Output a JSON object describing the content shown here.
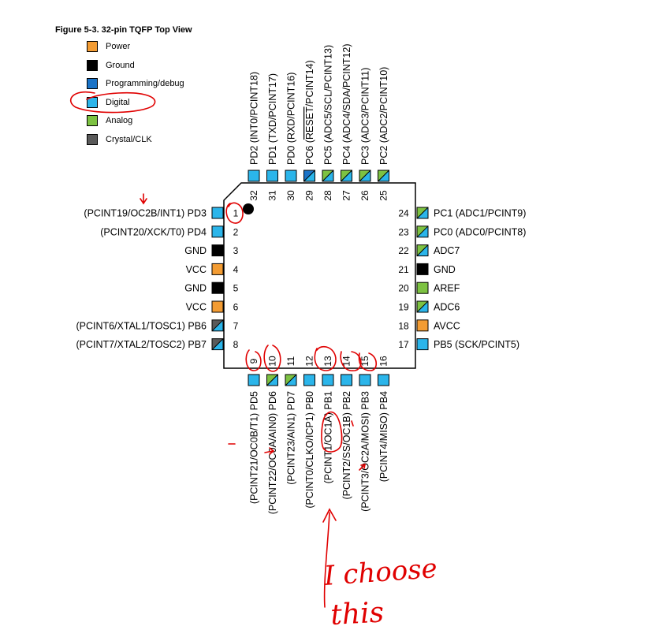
{
  "figure": {
    "title": "Figure 5-3.  32-pin TQFP Top View"
  },
  "colors": {
    "power": "#f39c33",
    "ground": "#000000",
    "programming": "#1a73c7",
    "digital": "#2bb5ea",
    "analog": "#7dc242",
    "crystal": "#5a5a5a",
    "annotation": "#e00000"
  },
  "legend": [
    {
      "label": "Power",
      "color": "#f39c33"
    },
    {
      "label": "Ground",
      "color": "#000000"
    },
    {
      "label": "Programming/debug",
      "color": "#1a73c7"
    },
    {
      "label": "Digital",
      "color": "#2bb5ea"
    },
    {
      "label": "Analog",
      "color": "#7dc242"
    },
    {
      "label": "Crystal/CLK",
      "color": "#5a5a5a"
    }
  ],
  "pins": {
    "left": [
      {
        "num": "1",
        "label": "(PCINT19/OC2B/INT1) PD3",
        "type": "digital"
      },
      {
        "num": "2",
        "label": "(PCINT20/XCK/T0) PD4",
        "type": "digital"
      },
      {
        "num": "3",
        "label": "GND",
        "type": "ground"
      },
      {
        "num": "4",
        "label": "VCC",
        "type": "power"
      },
      {
        "num": "5",
        "label": "GND",
        "type": "ground"
      },
      {
        "num": "6",
        "label": "VCC",
        "type": "power"
      },
      {
        "num": "7",
        "label": "(PCINT6/XTAL1/TOSC1) PB6",
        "type": "crystal-digital"
      },
      {
        "num": "8",
        "label": "(PCINT7/XTAL2/TOSC2) PB7",
        "type": "crystal-digital"
      }
    ],
    "right": [
      {
        "num": "24",
        "label": "PC1 (ADC1/PCINT9)",
        "type": "analog-digital"
      },
      {
        "num": "23",
        "label": "PC0 (ADC0/PCINT8)",
        "type": "analog-digital"
      },
      {
        "num": "22",
        "label": "ADC7",
        "type": "analog-digital"
      },
      {
        "num": "21",
        "label": "GND",
        "type": "ground"
      },
      {
        "num": "20",
        "label": "AREF",
        "type": "analog"
      },
      {
        "num": "19",
        "label": "ADC6",
        "type": "analog-digital"
      },
      {
        "num": "18",
        "label": "AVCC",
        "type": "power"
      },
      {
        "num": "17",
        "label": "PB5 (SCK/PCINT5)",
        "type": "digital"
      }
    ],
    "top": [
      {
        "num": "32",
        "label": "PD2 (INT0/PCINT18)",
        "type": "digital"
      },
      {
        "num": "31",
        "label": "PD1 (TXD/PCINT17)",
        "type": "digital"
      },
      {
        "num": "30",
        "label": "PD0 (RXD/PCINT16)",
        "type": "digital"
      },
      {
        "num": "29",
        "label": "PC6 (RESET/PCINT14)",
        "type": "programming-digital"
      },
      {
        "num": "28",
        "label": "PC5 (ADC5/SCL/PCINT13)",
        "type": "analog-digital"
      },
      {
        "num": "27",
        "label": "PC4 (ADC4/SDA/PCINT12)",
        "type": "analog-digital"
      },
      {
        "num": "26",
        "label": "PC3 (ADC3/PCINT11)",
        "type": "analog-digital"
      },
      {
        "num": "25",
        "label": "PC2 (ADC2/PCINT10)",
        "type": "analog-digital"
      }
    ],
    "bottom": [
      {
        "num": "9",
        "label": "(PCINT21/OC0B/T1) PD5",
        "type": "digital"
      },
      {
        "num": "10",
        "label": "(PCINT22/OC0A/AIN0) PD6",
        "type": "analog-digital"
      },
      {
        "num": "11",
        "label": "(PCINT23/AIN1) PD7",
        "type": "analog-digital"
      },
      {
        "num": "12",
        "label": "(PCINT0/CLKO/ICP1) PB0",
        "type": "digital"
      },
      {
        "num": "13",
        "label": "(PCINT1/OC1A) PB1",
        "type": "digital"
      },
      {
        "num": "14",
        "label": "(PCINT2/SS/OC1B) PB2",
        "type": "digital"
      },
      {
        "num": "15",
        "label": "(PCINT3/OC2A/MOSI) PB3",
        "type": "digital"
      },
      {
        "num": "16",
        "label": "(PCINT4/MISO) PB4",
        "type": "digital"
      }
    ]
  },
  "annotation": {
    "line1": "I choose",
    "line2": "this"
  }
}
